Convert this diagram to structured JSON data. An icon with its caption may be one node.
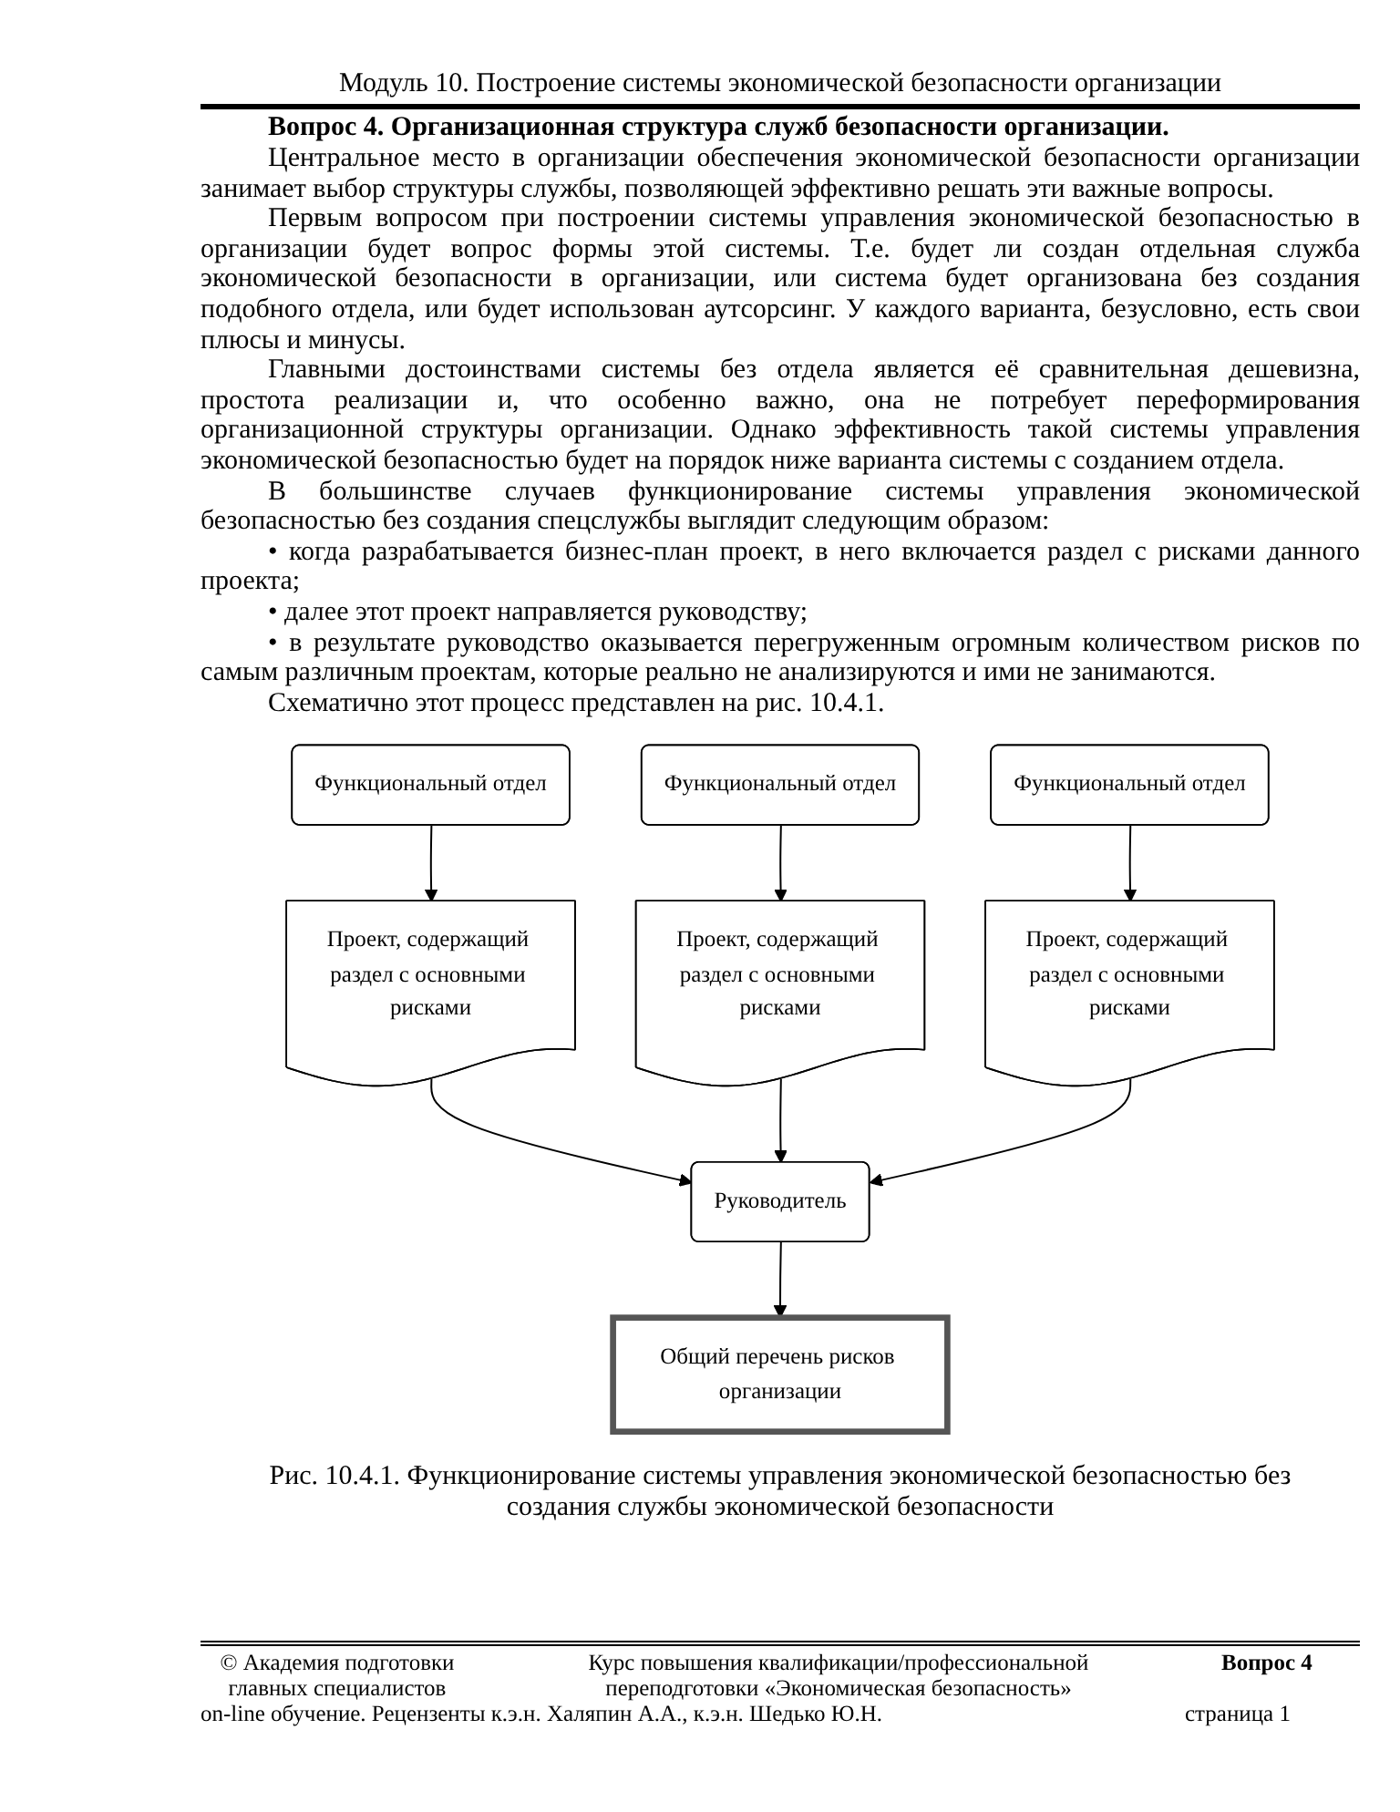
{
  "diagram": {
    "title": "Вопрос 4. Организационная структура служб безопасности организации.",
    "caption": "Рис. 10.4.1. Функционирование системы управления экономической безопасностью без создания службы экономической безопасности",
    "nodes": [
      {
        "text": [
          "Функциональный отдел"
        ]
      },
      {
        "text": [
          "Функциональный отдел"
        ]
      },
      {
        "text": [
          "Функциональный отдел"
        ]
      },
      {
        "text": [
          "Проект, содержащий раздел с основными рисками"
        ]
      },
      {
        "text": [
          "Проект, содержащий раздел с основными рисками"
        ]
      },
      {
        "text": [
          "Проект, содержащий раздел с основными рисками"
        ]
      },
      {
        "text": [
          "Руководитель"
        ]
      },
      {
        "text": [
          "Общий перечень рисков организации"
        ]
      }
    ],
    "edges": [
      {
        "from": 0,
        "to": 3,
        "arrow": "to"
      },
      {
        "from": 1,
        "to": 4,
        "arrow": "to"
      },
      {
        "from": 2,
        "to": 5,
        "arrow": "to"
      },
      {
        "from": 3,
        "to": 6,
        "arrow": "to"
      },
      {
        "from": 4,
        "to": 6,
        "arrow": "to"
      },
      {
        "from": 5,
        "to": 6,
        "arrow": "to"
      },
      {
        "from": 6,
        "to": 7,
        "arrow": "to"
      }
    ],
    "labels": [
      "Модуль 10. Построение системы экономической безопасности организации",
      "Центральное место в организации обеспечения экономической безопасности организации занимает выбор структуры службы, позволяющей эффективно решать эти важные вопросы.",
      "Первым вопросом при построении системы управления экономической безопасностью в организации будет вопрос формы этой системы. Т.е. будет ли создан отдельная служба экономической безопасности в организации, или система будет организована без создания подобного отдела, или будет использован аутсорсинг. У каждого варианта, безусловно, есть свои плюсы и минусы.",
      "Главными достоинствами системы без отдела является её сравнительная дешевизна, простота реализации и, что особенно важно, она не потребует переформирования организационной структуры организации. Однако эффективность такой системы управления экономической безопасностью будет на порядок ниже варианта системы с созданием отдела.",
      "В большинстве случаев функционирование системы управления экономической безопасностью без создания спецслужбы выглядит следующим образом:",
      "• когда разрабатывается бизнес-план проект, в него включается раздел с рисками данного проекта;",
      "• далее этот проект направляется руководству;",
      "• в результате руководство оказывается перегруженным огромным количеством рисков по самым различным проектам, которые реально не анализируются и ими не занимаются.",
      "Схематично этот процесс представлен на рис. 10.4.1.",
      "© Академия подготовки главных специалистов",
      "Курс повышения квалификации/профессиональной переподготовки «Экономическая безопасность»",
      "Вопрос 4",
      "on-line обучение. Рецензенты к.э.н. Халяпин А.А., к.э.н. Шедько Ю.Н.",
      "страница 1"
    ]
  }
}
